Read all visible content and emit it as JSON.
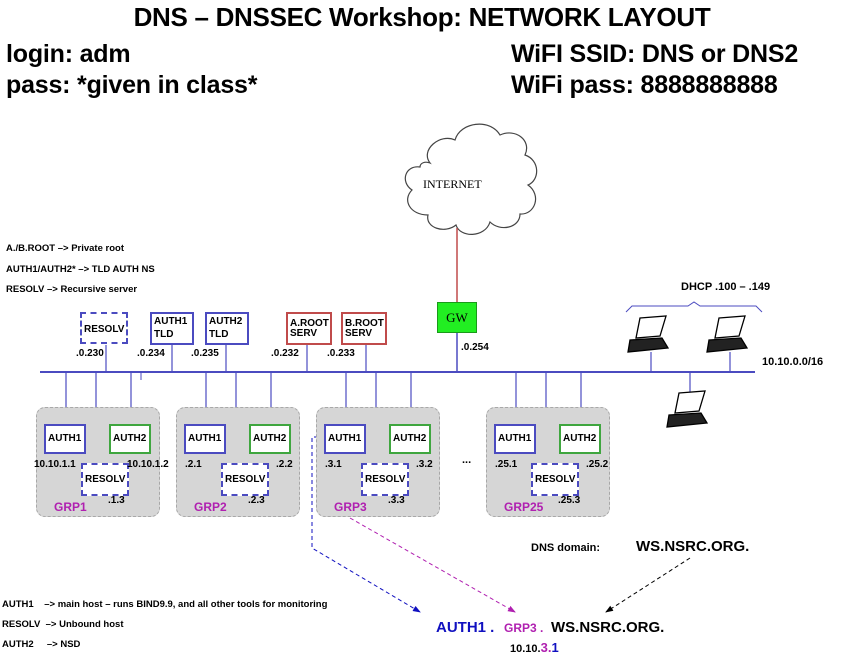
{
  "title": "DNS – DNSSEC Workshop: NETWORK LAYOUT",
  "credentials": {
    "login": "login: adm",
    "pass": "pass:  *given in class*",
    "wifi_ssid": "WiFI SSID: DNS or DNS2",
    "wifi_pass": "WiFi pass:  8888888888"
  },
  "top_legend": [
    "A./B.ROOT  –> Private root",
    "AUTH1/AUTH2* –> TLD AUTH  NS",
    "RESOLV –> Recursive server"
  ],
  "internet_label": "INTERNET",
  "gateway": {
    "label": "GW",
    "ip": ".0.254"
  },
  "core_servers": [
    {
      "line1": "RESOLV",
      "line2": "",
      "ip": ".0.230",
      "kind": "resolv"
    },
    {
      "line1": "AUTH1",
      "line2": "TLD",
      "ip": ".0.234",
      "kind": "auth1"
    },
    {
      "line1": "AUTH2",
      "line2": "TLD",
      "ip": ".0.235",
      "kind": "auth1"
    },
    {
      "line1": "A.ROOT",
      "line2": "SERV",
      "ip": ".0.232",
      "kind": "root"
    },
    {
      "line1": "B.ROOT",
      "line2": "SERV",
      "ip": ".0.233",
      "kind": "root"
    }
  ],
  "dhcp_label": "DHCP .100 – .149",
  "network_label": "10.10.0.0/16",
  "groups": [
    {
      "name": "GRP1",
      "auth1": "AUTH1",
      "auth2": "AUTH2",
      "resolv": "RESOLV",
      "auth1_ip": "10.10.1.1",
      "auth2_ip": "10.10.1.2",
      "resolv_ip": ".1.3"
    },
    {
      "name": "GRP2",
      "auth1": "AUTH1",
      "auth2": "AUTH2",
      "resolv": "RESOLV",
      "auth1_ip": ".2.1",
      "auth2_ip": ".2.2",
      "resolv_ip": ".2.3"
    },
    {
      "name": "GRP3",
      "auth1": "AUTH1",
      "auth2": "AUTH2",
      "resolv": "RESOLV",
      "auth1_ip": ".3.1",
      "auth2_ip": ".3.2",
      "resolv_ip": ".3.3"
    },
    {
      "name": "GRP25",
      "auth1": "AUTH1",
      "auth2": "AUTH2",
      "resolv": "RESOLV",
      "auth1_ip": ".25.1",
      "auth2_ip": ".25.2",
      "resolv_ip": ".25.3"
    }
  ],
  "ellipsis": "...",
  "dns_domain": {
    "label": "DNS domain:",
    "value": "WS.NSRC.ORG."
  },
  "fqdn_example": {
    "host": "AUTH1 .",
    "group": "GRP3 .",
    "domain": "WS.NSRC.ORG.",
    "ip_prefix": "10.10.",
    "ip_group": "3.",
    "ip_host": "1"
  },
  "bottom_legend": [
    "AUTH1    –> main host – runs BIND9.9, and all other tools for monitoring",
    "RESOLV  –> Unbound host",
    "AUTH2     –> NSD"
  ],
  "colors": {
    "bus": "#4b4bc0",
    "auth1": "#4b4bc0",
    "auth2": "#3fa63f",
    "root": "#c04b4b",
    "gateway": "#22ee22",
    "uplink": "#c04b4b",
    "group_label": "#b020b0",
    "fqdn_host": "#1010c0"
  }
}
